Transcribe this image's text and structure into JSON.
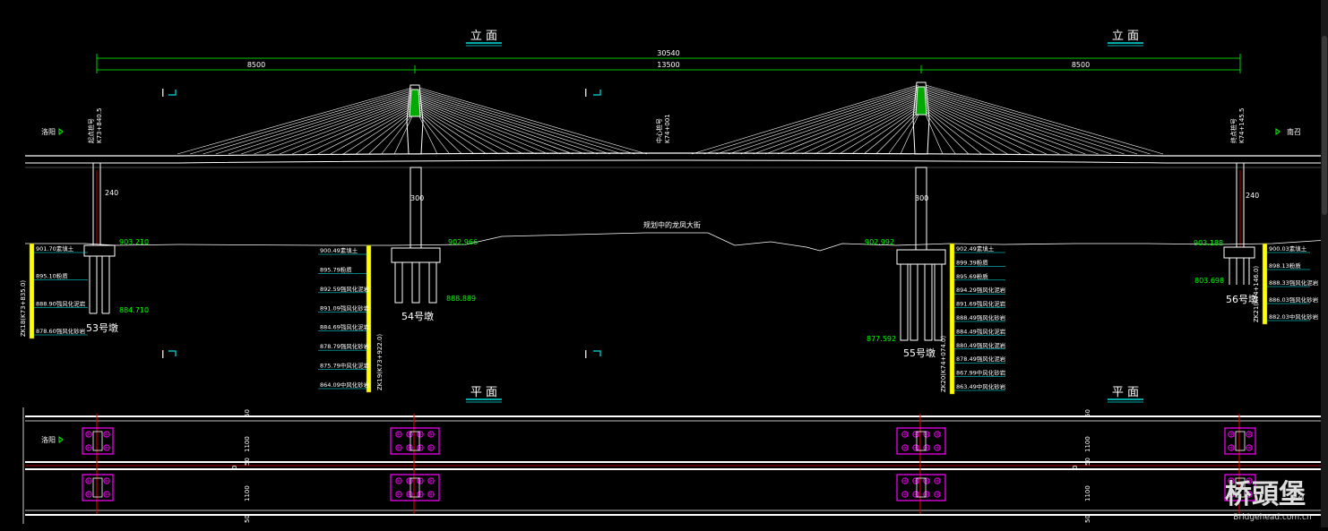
{
  "titles": {
    "elevation": "立  面",
    "plan": "平  面"
  },
  "dims": {
    "total": "30540",
    "left": "8500",
    "mid": "13500",
    "right": "8500"
  },
  "section_mark": "I",
  "directions": {
    "left": "洛阳",
    "right": "南召"
  },
  "stations": {
    "left": [
      "起点桩号",
      "K73+840.5"
    ],
    "mid": [
      "中心桩号",
      "K74+001"
    ],
    "right": [
      "终点桩号",
      "K74+145.5"
    ]
  },
  "river_label": "规划中的龙凤大街",
  "piers": [
    {
      "name": "53号墩",
      "top_elev": "903.210",
      "bottom_elev": "884.710",
      "height": "240"
    },
    {
      "name": "54号墩",
      "top_elev": "902.966",
      "bottom_elev": "888.889",
      "height": "300"
    },
    {
      "name": "55号墩",
      "top_elev": "902.992",
      "bottom_elev": "877.592",
      "height": "300"
    },
    {
      "name": "56号墩",
      "top_elev": "903.188",
      "bottom_elev": "803.698",
      "height": "240"
    }
  ],
  "boreholes": [
    {
      "id": "ZK18(K73+835.0)",
      "layers": [
        "901.70素填土",
        "895.10粉质",
        "888.90强风化泥岩",
        "878.60强风化砂岩"
      ]
    },
    {
      "id": "ZK19(K73+922.0)",
      "layers": [
        "900.49素填土",
        "895.79粉质",
        "892.59强风化泥岩",
        "891.09强风化砂岩",
        "884.69强风化泥岩",
        "878.79强风化砂岩",
        "875.79中风化泥岩",
        "864.09中风化砂岩"
      ]
    },
    {
      "id": "ZK20(K74+074.0)",
      "layers": [
        "902.49素填土",
        "899.39粉质",
        "895.69粉质",
        "894.29强风化泥岩",
        "891.69强风化泥岩",
        "888.49强风化砂岩",
        "884.49强风化泥岩",
        "880.49强风化泥岩",
        "878.49强风化泥岩",
        "867.99中风化砂岩",
        "863.49中风化砂岩"
      ]
    },
    {
      "id": "ZK21(K74+146.0)",
      "layers": [
        "900.03素填土",
        "898.13粉质",
        "888.33强风化泥岩",
        "886.03强风化砂岩",
        "882.03中风化砂岩"
      ]
    }
  ],
  "plan_dims": {
    "outer": "50",
    "inner": "1100",
    "center": "50",
    "zero": "0"
  },
  "watermark": {
    "main": "桥頭堡",
    "sub": "Bridgehead.com.cn"
  }
}
